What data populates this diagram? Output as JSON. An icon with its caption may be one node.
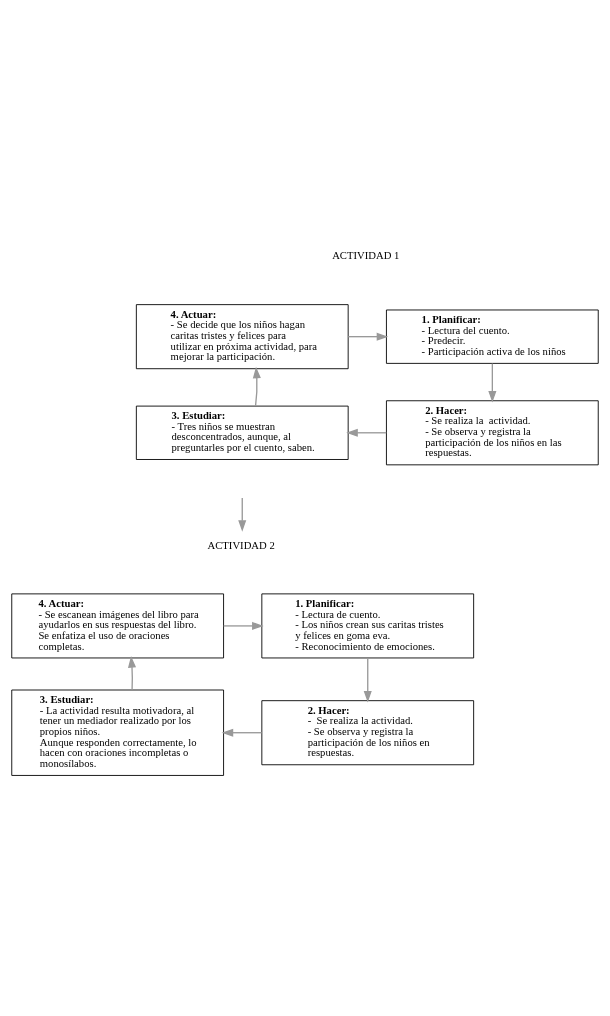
{
  "diagram": {
    "nodes": [
      {
        "text": [
          "ACTIVIDAD 1"
        ]
      },
      {
        "text": [
          "4. Actuar:",
          "- Se decide que los niños hagan caritas tristes y felices para utilizar en próxima actividad, para mejorar la participación."
        ]
      },
      {
        "text": [
          "1. Planificar:",
          "- Lectura del cuento.",
          "- Predecir.",
          "- Participación activa de los niños"
        ]
      },
      {
        "text": [
          "3. Estudiar:",
          "- Tres niños se muestran desconcentrados, aunque, al preguntarles por el cuento, saben."
        ]
      },
      {
        "text": [
          "2. Hacer:",
          "- Se realiza la  actividad.",
          "- Se observa y registra la participación de los niños en las respuestas."
        ]
      },
      {
        "text": [
          "ACTIVIDAD 2"
        ]
      },
      {
        "text": [
          "4. Actuar:",
          "- Se escanean imágenes del libro para ayudarlos en sus respuestas del libro. Se enfatiza el uso de oraciones completas."
        ]
      },
      {
        "text": [
          "1. Planificar:",
          "- Lectura de cuento.",
          "- Los niños crean sus caritas tristes y felices en goma eva.",
          "- Reconocimiento de emociones."
        ]
      },
      {
        "text": [
          "3. Estudiar:",
          "- La actividad resulta motivadora, al tener un mediador realizado por los propios niños.",
          "Aunque responden correctamente, lo hacen con oraciones incompletas o monosílabos."
        ]
      },
      {
        "text": [
          "2. Hacer:",
          "-  Se realiza la actividad.",
          "- Se observa y registra la participación de los niños en respuestas."
        ]
      }
    ],
    "edges": [
      {
        "from": 1,
        "to": 2,
        "arrow": "to"
      },
      {
        "from": 2,
        "to": 4,
        "arrow": "to"
      },
      {
        "from": 4,
        "to": 3,
        "arrow": "to"
      },
      {
        "from": 3,
        "to": 1,
        "arrow": "to"
      },
      {
        "from": null,
        "to": 5,
        "arrow": "to"
      },
      {
        "from": 6,
        "to": 7,
        "arrow": "to"
      },
      {
        "from": 7,
        "to": 9,
        "arrow": "to"
      },
      {
        "from": 9,
        "to": 8,
        "arrow": "to"
      },
      {
        "from": 8,
        "to": 6,
        "arrow": "to"
      }
    ]
  }
}
